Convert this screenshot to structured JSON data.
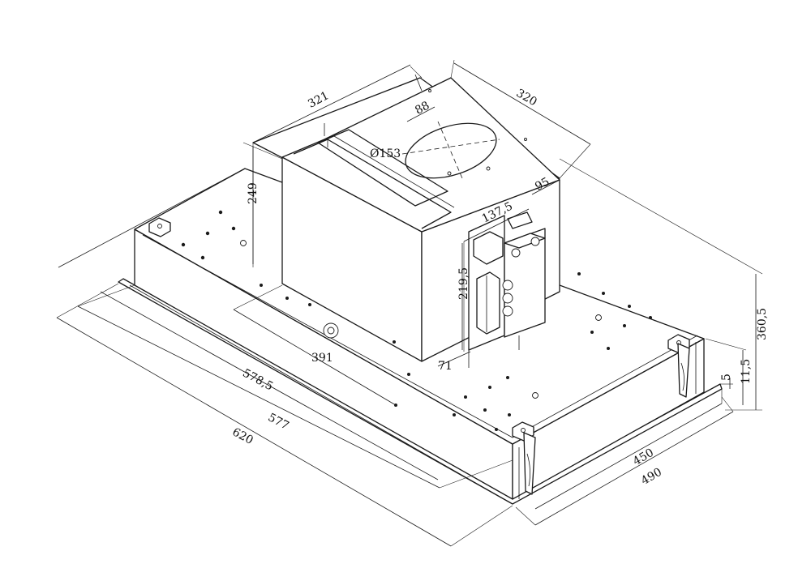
{
  "dimensions": {
    "d_321": "321",
    "d_320": "320",
    "d_88": "88",
    "d_153": "Ø153",
    "d_249": "249",
    "d_95": "95",
    "d_137_5": "137,5",
    "d_219_5": "219,5",
    "d_391": "391",
    "d_71": "71",
    "d_578_5": "578,5",
    "d_577": "577",
    "d_620": "620",
    "d_450": "450",
    "d_490": "490",
    "d_360_5": "360,5",
    "d_11_5": "11,5",
    "d_5": "5"
  }
}
